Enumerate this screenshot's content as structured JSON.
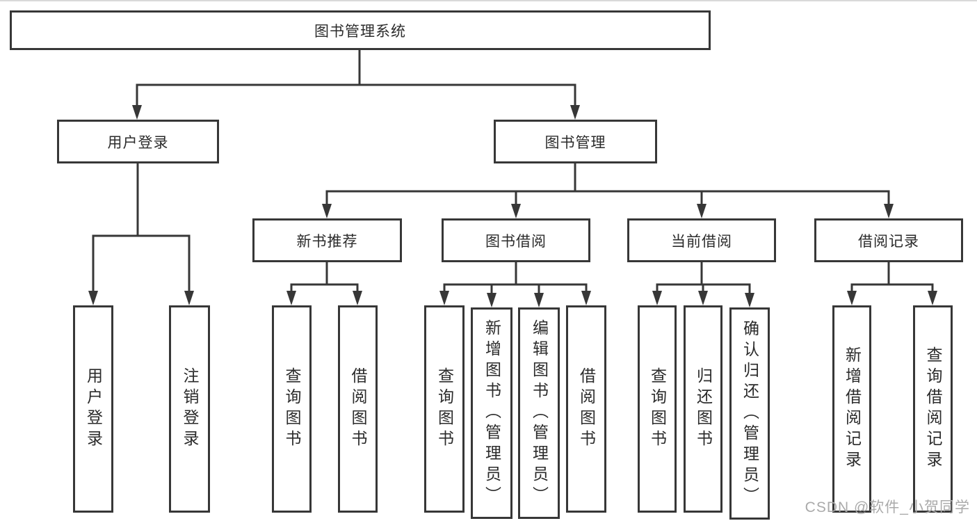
{
  "diagram": {
    "type": "functional-structure-tree",
    "colors": {
      "line": "#373737",
      "box_border": "#373737",
      "text": "#2b2b2b",
      "background": "#ffffff",
      "watermark": "#aaaaaa"
    },
    "tree": {
      "label": "图书管理系统",
      "children": [
        {
          "label": "用户登录",
          "children": [
            {
              "label": "用户登录"
            },
            {
              "label": "注销登录"
            }
          ]
        },
        {
          "label": "图书管理",
          "children": [
            {
              "label": "新书推荐",
              "children": [
                {
                  "label": "查询图书"
                },
                {
                  "label": "借阅图书"
                }
              ]
            },
            {
              "label": "图书借阅",
              "children": [
                {
                  "label": "查询图书"
                },
                {
                  "label": "新增图书（管理员）"
                },
                {
                  "label": "编辑图书（管理员）"
                },
                {
                  "label": "借阅图书"
                }
              ]
            },
            {
              "label": "当前借阅",
              "children": [
                {
                  "label": "查询图书"
                },
                {
                  "label": "归还图书"
                },
                {
                  "label": "确认归还（管理员）"
                }
              ]
            },
            {
              "label": "借阅记录",
              "children": [
                {
                  "label": "新增借阅记录"
                },
                {
                  "label": "查询借阅记录"
                }
              ]
            }
          ]
        }
      ]
    },
    "watermark": {
      "text": "CSDN @软件_小贺同学"
    }
  }
}
